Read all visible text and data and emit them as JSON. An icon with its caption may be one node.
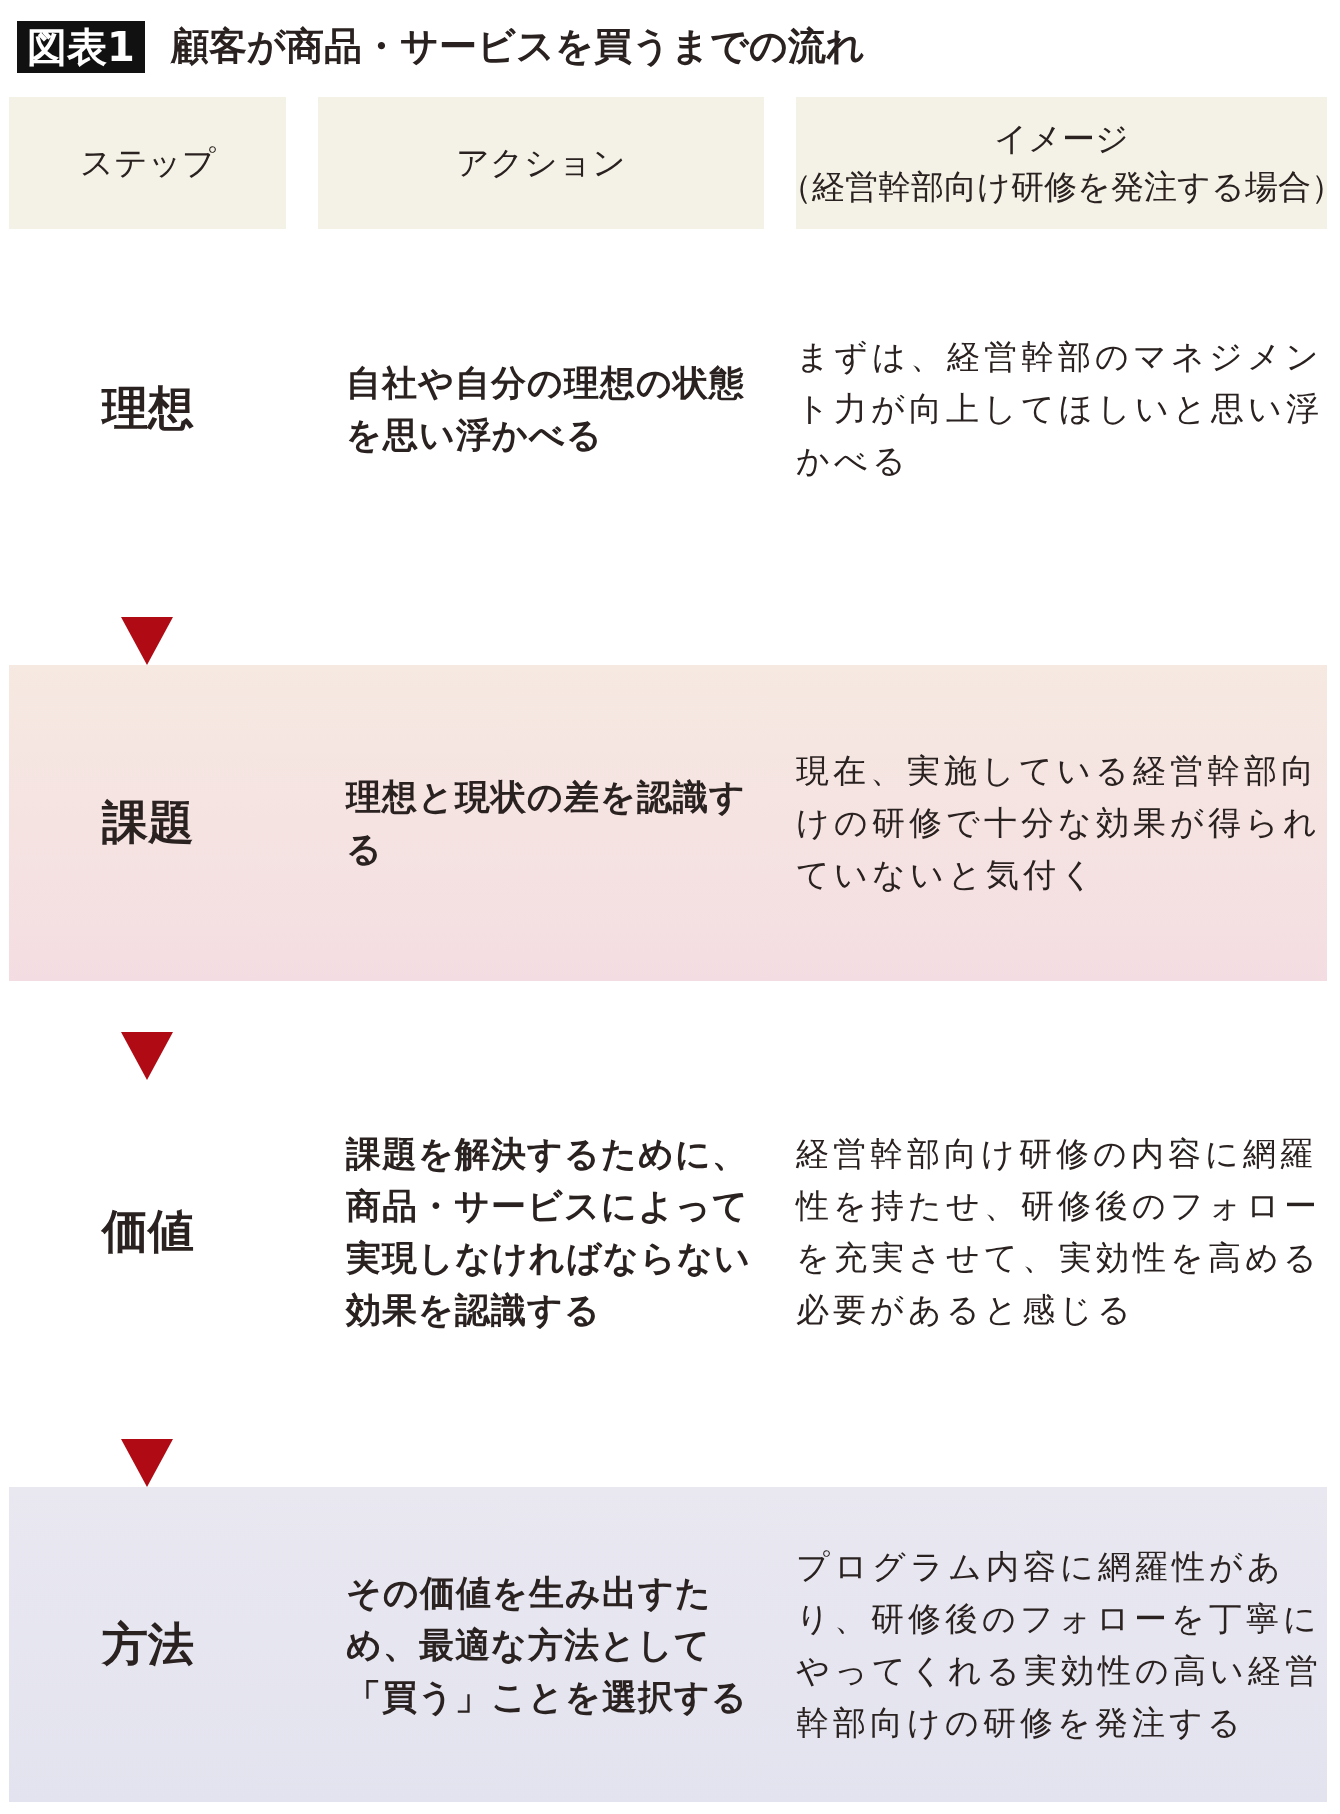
{
  "diagram": {
    "title": "顧客が商品・サービスを買うまでの流れ",
    "nodes": [
      {
        "text": [
          "理想",
          "自社や自分の理想の状態を思い浮かべる",
          "まずは、経営幹部のマネジメント力が向上してほしいと思い浮かべる"
        ]
      },
      {
        "text": [
          "課題",
          "理想と現状の差を認識する",
          "現在、実施している経営幹部向けの研修で十分な効果が得られていないと気付く"
        ]
      },
      {
        "text": [
          "価値",
          "課題を解決するために、商品・サービスによって実現しなければならない効果を認識する",
          "経営幹部向け研修の内容に網羅性を持たせ、研修後のフォローを充実させて、実効性を高める必要があると感じる"
        ]
      },
      {
        "text": [
          "方法",
          "その価値を生み出すため、最適な方法として「買う」ことを選択する",
          "プログラム内容に網羅性があり、研修後のフォローを丁寧にやってくれる実効性の高い経営幹部向けの研修を発注する"
        ]
      }
    ],
    "edges": [
      {
        "from": 0,
        "to": 1,
        "arrow": "to"
      },
      {
        "from": 1,
        "to": 2,
        "arrow": "to"
      },
      {
        "from": 2,
        "to": 3,
        "arrow": "to"
      }
    ],
    "labels": [
      "図表1",
      "ステップ",
      "アクション",
      "イメージ",
      "（経営幹部向け研修を発注する場合）"
    ]
  }
}
